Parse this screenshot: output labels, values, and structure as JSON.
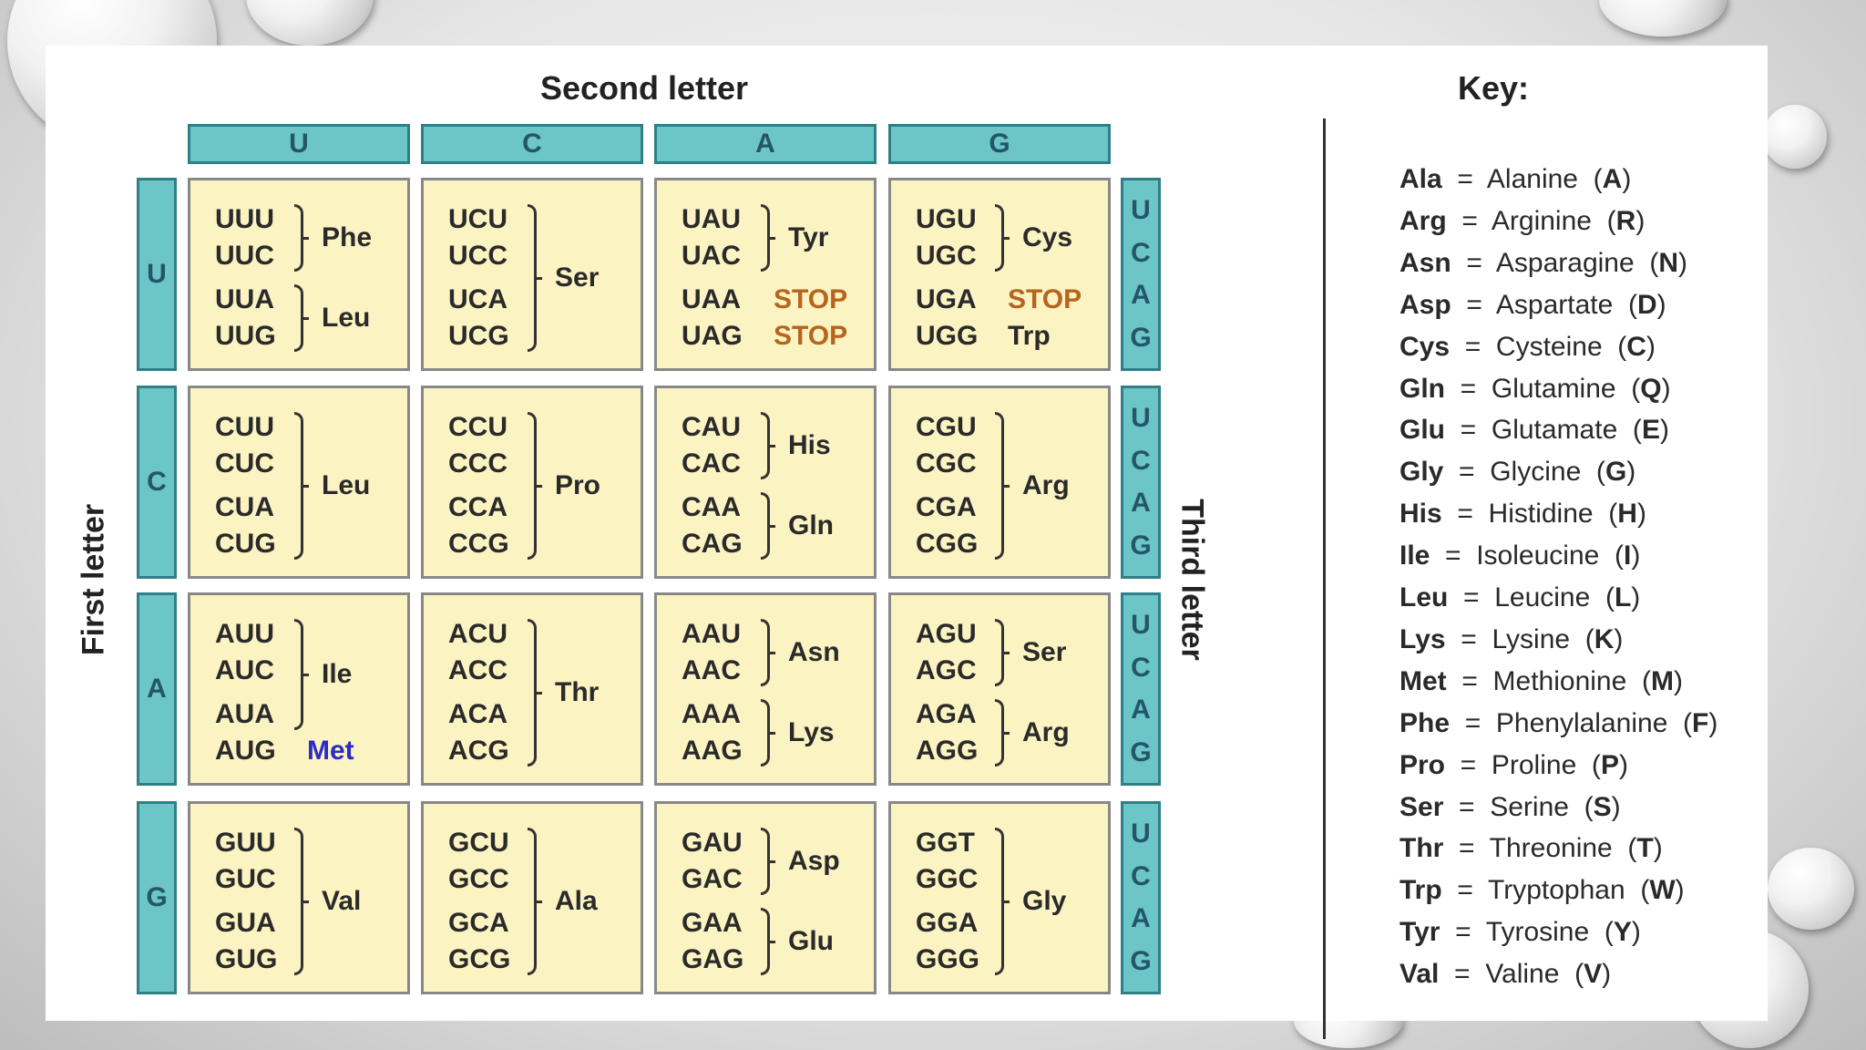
{
  "title": "Second letter",
  "first_letter_label": "First letter",
  "third_letter_label": "Third letter",
  "second_letters": [
    "U",
    "C",
    "A",
    "G"
  ],
  "first_letters": [
    "U",
    "C",
    "A",
    "G"
  ],
  "third_letters": [
    "U",
    "C",
    "A",
    "G"
  ],
  "colors": {
    "header_fill": "#6cc5c6",
    "header_border": "#2f7f86",
    "cell_fill": "#fbf3c2",
    "stop_color": "#b5651d",
    "met_color": "#2b2bc6"
  },
  "cells": [
    [
      {
        "codons": [
          "UUU",
          "UUC",
          "UUA",
          "UUG"
        ],
        "groups": [
          {
            "name": "Phe",
            "span": [
              0,
              1
            ]
          },
          {
            "name": "Leu",
            "span": [
              2,
              3
            ]
          }
        ]
      },
      {
        "codons": [
          "UCU",
          "UCC",
          "UCA",
          "UCG"
        ],
        "groups": [
          {
            "name": "Ser",
            "span": [
              0,
              3
            ]
          }
        ]
      },
      {
        "codons": [
          "UAU",
          "UAC",
          "UAA",
          "UAG"
        ],
        "groups": [
          {
            "name": "Tyr",
            "span": [
              0,
              1
            ]
          },
          {
            "name": "STOP",
            "span": [
              2,
              2
            ],
            "kind": "stop"
          },
          {
            "name": "STOP",
            "span": [
              3,
              3
            ],
            "kind": "stop"
          }
        ]
      },
      {
        "codons": [
          "UGU",
          "UGC",
          "UGA",
          "UGG"
        ],
        "groups": [
          {
            "name": "Cys",
            "span": [
              0,
              1
            ]
          },
          {
            "name": "STOP",
            "span": [
              2,
              2
            ],
            "kind": "stop"
          },
          {
            "name": "Trp",
            "span": [
              3,
              3
            ]
          }
        ]
      }
    ],
    [
      {
        "codons": [
          "CUU",
          "CUC",
          "CUA",
          "CUG"
        ],
        "groups": [
          {
            "name": "Leu",
            "span": [
              0,
              3
            ]
          }
        ]
      },
      {
        "codons": [
          "CCU",
          "CCC",
          "CCA",
          "CCG"
        ],
        "groups": [
          {
            "name": "Pro",
            "span": [
              0,
              3
            ]
          }
        ]
      },
      {
        "codons": [
          "CAU",
          "CAC",
          "CAA",
          "CAG"
        ],
        "groups": [
          {
            "name": "His",
            "span": [
              0,
              1
            ]
          },
          {
            "name": "Gln",
            "span": [
              2,
              3
            ]
          }
        ]
      },
      {
        "codons": [
          "CGU",
          "CGC",
          "CGA",
          "CGG"
        ],
        "groups": [
          {
            "name": "Arg",
            "span": [
              0,
              3
            ]
          }
        ]
      }
    ],
    [
      {
        "codons": [
          "AUU",
          "AUC",
          "AUA",
          "AUG"
        ],
        "groups": [
          {
            "name": "Ile",
            "span": [
              0,
              2
            ]
          },
          {
            "name": "Met",
            "span": [
              3,
              3
            ],
            "kind": "met"
          }
        ]
      },
      {
        "codons": [
          "ACU",
          "ACC",
          "ACA",
          "ACG"
        ],
        "groups": [
          {
            "name": "Thr",
            "span": [
              0,
              3
            ]
          }
        ]
      },
      {
        "codons": [
          "AAU",
          "AAC",
          "AAA",
          "AAG"
        ],
        "groups": [
          {
            "name": "Asn",
            "span": [
              0,
              1
            ]
          },
          {
            "name": "Lys",
            "span": [
              2,
              3
            ]
          }
        ]
      },
      {
        "codons": [
          "AGU",
          "AGC",
          "AGA",
          "AGG"
        ],
        "groups": [
          {
            "name": "Ser",
            "span": [
              0,
              1
            ]
          },
          {
            "name": "Arg",
            "span": [
              2,
              3
            ]
          }
        ]
      }
    ],
    [
      {
        "codons": [
          "GUU",
          "GUC",
          "GUA",
          "GUG"
        ],
        "groups": [
          {
            "name": "Val",
            "span": [
              0,
              3
            ]
          }
        ]
      },
      {
        "codons": [
          "GCU",
          "GCC",
          "GCA",
          "GCG"
        ],
        "groups": [
          {
            "name": "Ala",
            "span": [
              0,
              3
            ]
          }
        ]
      },
      {
        "codons": [
          "GAU",
          "GAC",
          "GAA",
          "GAG"
        ],
        "groups": [
          {
            "name": "Asp",
            "span": [
              0,
              1
            ]
          },
          {
            "name": "Glu",
            "span": [
              2,
              3
            ]
          }
        ]
      },
      {
        "codons": [
          "GGT",
          "GGC",
          "GGA",
          "GGG"
        ],
        "groups": [
          {
            "name": "Gly",
            "span": [
              0,
              3
            ]
          }
        ]
      }
    ]
  ],
  "key": {
    "title": "Key:",
    "entries": [
      {
        "abbr": "Ala",
        "name": "Alanine",
        "letter": "A"
      },
      {
        "abbr": "Arg",
        "name": "Arginine",
        "letter": "R"
      },
      {
        "abbr": "Asn",
        "name": "Asparagine",
        "letter": "N"
      },
      {
        "abbr": "Asp",
        "name": "Aspartate",
        "letter": "D"
      },
      {
        "abbr": "Cys",
        "name": "Cysteine",
        "letter": "C"
      },
      {
        "abbr": "Gln",
        "name": "Glutamine",
        "letter": "Q"
      },
      {
        "abbr": "Glu",
        "name": "Glutamate",
        "letter": "E"
      },
      {
        "abbr": "Gly",
        "name": "Glycine",
        "letter": "G"
      },
      {
        "abbr": "His",
        "name": "Histidine",
        "letter": "H"
      },
      {
        "abbr": "Ile",
        "name": "Isoleucine",
        "letter": "I"
      },
      {
        "abbr": "Leu",
        "name": "Leucine",
        "letter": "L"
      },
      {
        "abbr": "Lys",
        "name": "Lysine",
        "letter": "K"
      },
      {
        "abbr": "Met",
        "name": "Methionine",
        "letter": "M"
      },
      {
        "abbr": "Phe",
        "name": "Phenylalanine",
        "letter": "F"
      },
      {
        "abbr": "Pro",
        "name": "Proline",
        "letter": "P"
      },
      {
        "abbr": "Ser",
        "name": "Serine",
        "letter": "S"
      },
      {
        "abbr": "Thr",
        "name": "Threonine",
        "letter": "T"
      },
      {
        "abbr": "Trp",
        "name": "Tryptophan",
        "letter": "W"
      },
      {
        "abbr": "Tyr",
        "name": "Tyrosine",
        "letter": "Y"
      },
      {
        "abbr": "Val",
        "name": "Valine",
        "letter": "V"
      }
    ]
  }
}
